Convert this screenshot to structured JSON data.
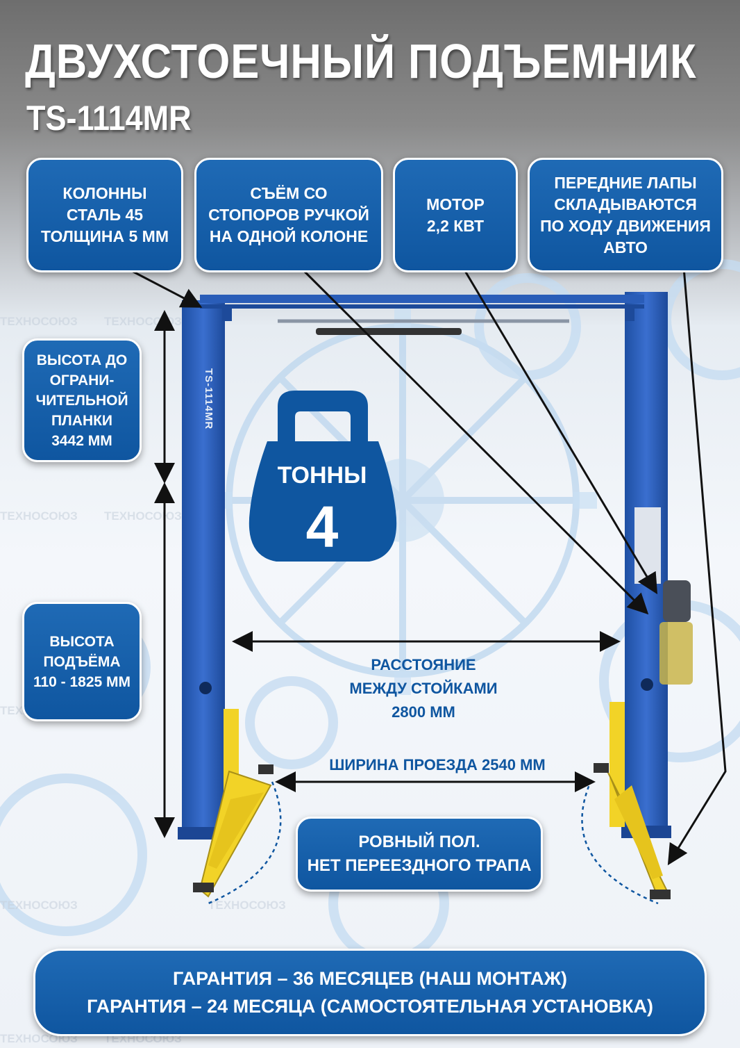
{
  "header": {
    "title": "ДВУХСТОЕЧНЫЙ ПОДЪЕМНИК",
    "model": "TS-1114MR"
  },
  "features": {
    "columns": "КОЛОННЫ\nСТАЛЬ 45\nТОЛЩИНА 5 ММ",
    "release": "СЪЁМ СО\nСТОПОРОВ РУЧКОЙ\nНА ОДНОЙ КОЛОНЕ",
    "motor": "МОТОР\n2,2 кВт",
    "arms": "ПЕРЕДНИЕ ЛАПЫ\nСКЛАДЫВАЮТСЯ\nПО ХОДУ ДВИЖЕНИЯ\nАВТО"
  },
  "dimensions": {
    "max_height": "ВЫСОТА ДО\nОГРАНИ-\nЧИТЕЛЬНОЙ\nПЛАНКИ\n3442 ММ",
    "lift_height": "ВЫСОТА\nПОДЪЁМА\n110 - 1825 ММ",
    "between_posts": "РАССТОЯНИЕ\nМЕЖДУ СТОЙКАМИ\n2800 ММ",
    "drive_width": "ШИРИНА ПРОЕЗДА 2540 ММ"
  },
  "floor": "РОВНЫЙ ПОЛ.\nНЕТ ПЕРЕЕЗДНОГО ТРАПА",
  "capacity": {
    "unit": "ТОННЫ",
    "value": "4"
  },
  "post_label": "TS-1114MR",
  "watermark": "ТЕХНОСОЮЗ",
  "warranty": {
    "line1": "ГАРАНТИЯ – 36 МЕСЯЦЕВ (НАШ МОНТАЖ)",
    "line2": "ГАРАНТИЯ – 24 МЕСЯЦА (САМОСТОЯТЕЛЬНАЯ УСТАНОВКА)"
  },
  "colors": {
    "brand_blue": "#0f56a0",
    "lift_blue": "#2a5db8",
    "arm_yellow": "#f2d327",
    "gear_light": "#cfe2f3"
  }
}
